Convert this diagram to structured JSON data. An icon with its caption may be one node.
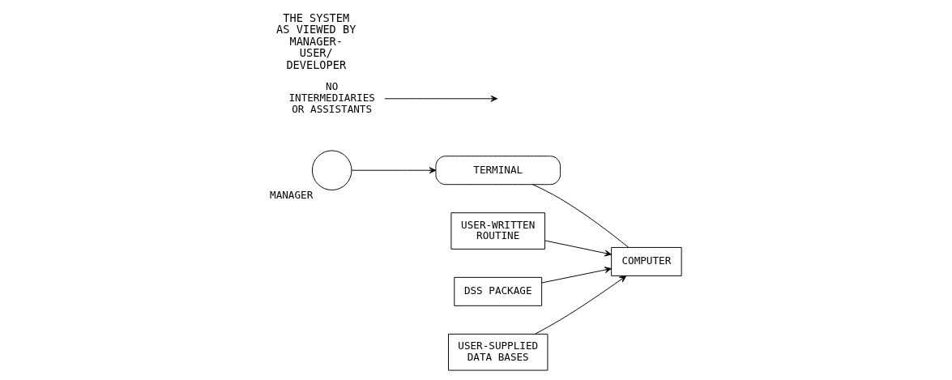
{
  "diagram": {
    "title": "THE SYSTEM AS VIEWED BY MANAGER- USER/ DEVELOPER",
    "nodes": [
      {
        "text": [],
        "shape": "circle",
        "beside": [
          "MANAGER"
        ]
      },
      {
        "text": [
          "TERMINAL"
        ]
      },
      {
        "text": [
          "COMPUTER"
        ]
      },
      {
        "text": [
          "USER-WRITTEN ROUTINE"
        ]
      },
      {
        "text": [
          "DSS PACKAGE"
        ]
      },
      {
        "text": [
          "USER-SUPPLIED DATA BASES"
        ]
      },
      {
        "text": [
          "NO INTERMEDIARIES OR ASSISTANTS"
        ]
      }
    ],
    "edges": [
      {
        "from": 0,
        "to": 1,
        "arrow": "to"
      },
      {
        "from": 1,
        "to": 2,
        "arrow": "none"
      },
      {
        "from": 3,
        "to": 2,
        "arrow": "to"
      },
      {
        "from": 4,
        "to": 2,
        "arrow": "to"
      },
      {
        "from": 5,
        "to": 2,
        "arrow": "to"
      },
      {
        "from": 6,
        "to": null,
        "arrow": "to"
      }
    ]
  }
}
